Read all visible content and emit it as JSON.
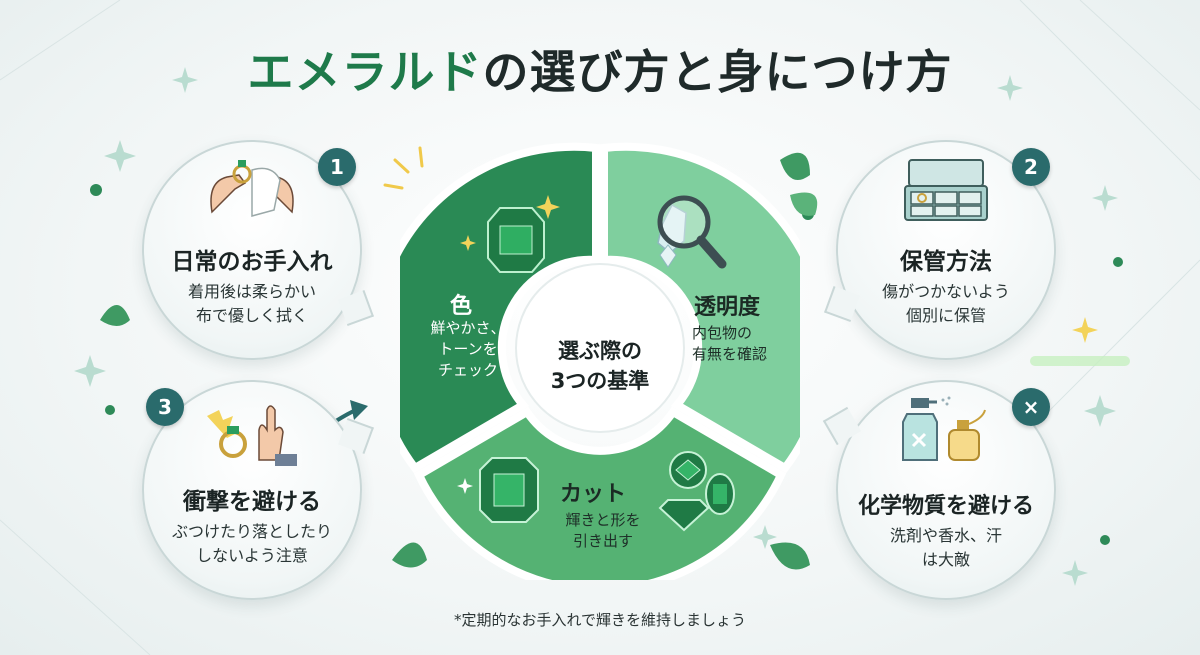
{
  "title": {
    "accent": "エメラルド",
    "rest": "の選び方と身につけ方"
  },
  "center": {
    "label_line1": "選ぶ際の",
    "label_line2": "3つの基準"
  },
  "criteria": [
    {
      "title": "色",
      "desc_lines": [
        "鮮やかさ、",
        "トーンを",
        "チェック"
      ],
      "color": "#2a8a55"
    },
    {
      "title": "透明度",
      "desc_lines": [
        "内包物の",
        "有無を確認"
      ],
      "color": "#72c897"
    },
    {
      "title": "カット",
      "desc_lines": [
        "輝きと形を",
        "引き出す"
      ],
      "color": "#4fae6e"
    }
  ],
  "tips": [
    {
      "number": "1",
      "heading": "日常のお手入れ",
      "desc_lines": [
        "着用後は柔らかい",
        "布で優しく拭く"
      ]
    },
    {
      "number": "2",
      "heading": "保管方法",
      "desc_lines": [
        "傷がつかないよう",
        "個別に保管"
      ]
    },
    {
      "number": "3",
      "heading": "衝撃を避ける",
      "desc_lines": [
        "ぶつけたり落としたり",
        "しないよう注意"
      ]
    },
    {
      "number": "×",
      "heading": "化学物質を避ける",
      "desc_lines": [
        "洗剤や香水、汗",
        "は大敵"
      ]
    }
  ],
  "footnote": "*定期的なお手入れで輝きを維持しましょう",
  "colors": {
    "accent": "#1e7a4a",
    "badge": "#2a6b6c",
    "card_border": "#c9d7d7"
  }
}
